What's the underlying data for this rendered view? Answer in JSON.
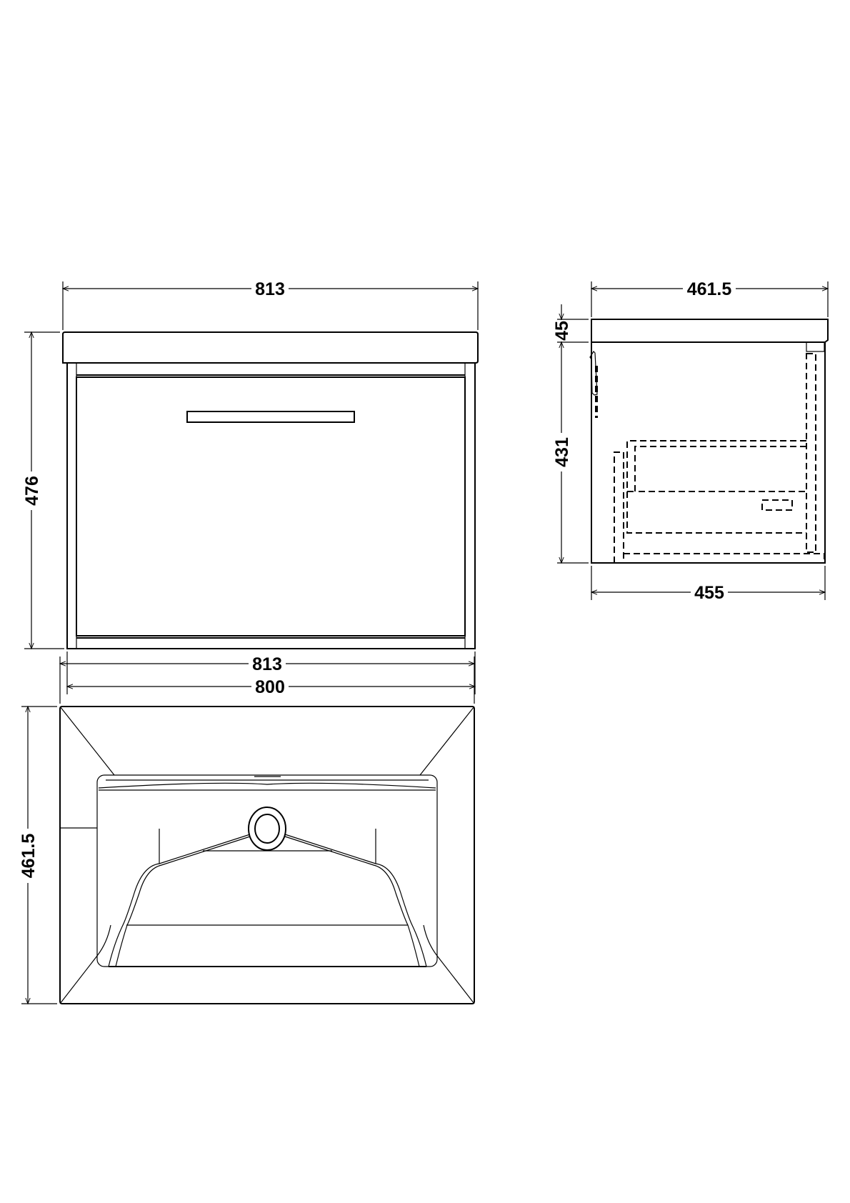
{
  "front_view": {
    "width_top_label": "813",
    "width_bottom_label": "800",
    "height_label": "476"
  },
  "side_view": {
    "depth_top_label": "461.5",
    "depth_bottom_label": "455",
    "top_thickness_label": "45",
    "cabinet_height_label": "431"
  },
  "plan_view": {
    "width_label": "813",
    "depth_label": "461.5"
  },
  "colors": {
    "line": "#000000",
    "background": "#ffffff"
  }
}
